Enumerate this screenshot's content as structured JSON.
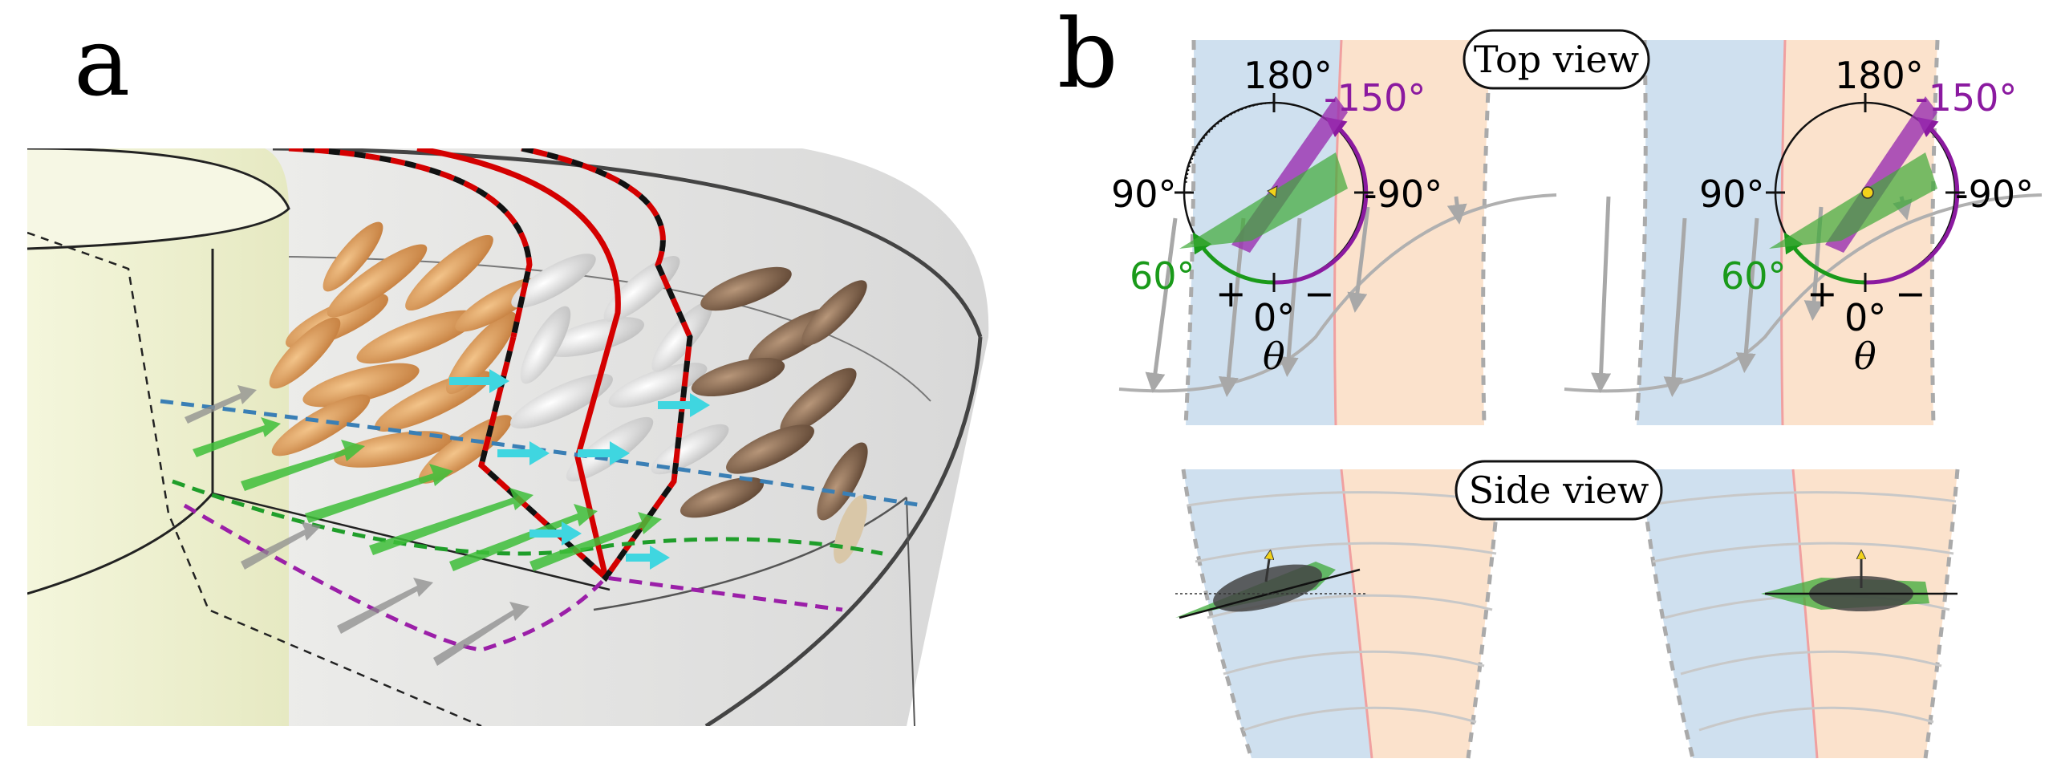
{
  "panels": {
    "a": {
      "letter": "a"
    },
    "b": {
      "letter": "b",
      "top_view_label": "Top view",
      "side_view_label": "Side view",
      "dials": [
        {
          "deg_top": "180°",
          "deg_bottom": "0°",
          "deg_left": "90°",
          "deg_right": "-90°",
          "plus": "+",
          "minus": "−",
          "angle_purple": "-150°",
          "angle_green": "60°",
          "theta": "θ"
        },
        {
          "deg_top": "180°",
          "deg_bottom": "0°",
          "deg_left": "90°",
          "deg_right": "-90°",
          "plus": "+",
          "minus": "−",
          "angle_purple": "-150°",
          "angle_green": "60°",
          "theta": "θ"
        }
      ]
    }
  },
  "colors": {
    "red_line": "#d40000",
    "black_dash": "#111111",
    "blue_dash": "#3a7fb5",
    "green_dash": "#1f9e2a",
    "purple_dash": "#9b1fa8",
    "cyan_arrow": "#3fd6e0",
    "green_arrow": "#3fbf3a",
    "gray_arrow": "#9a9a9a",
    "blue_band": "#cfe0ef",
    "orange_band": "#fbe2cc",
    "wall_cream": "#f1f3d6",
    "floor_gray": "#e2e2e2",
    "purple_shape": "#9a2fb0",
    "green_shape": "#3eaa38",
    "dial_purple": "#8b1aa0",
    "dial_green": "#1a9a1a",
    "tan_particle": "#e0a464",
    "white_particle": "#e6e6e6",
    "brown_particle": "#8a6a48"
  }
}
